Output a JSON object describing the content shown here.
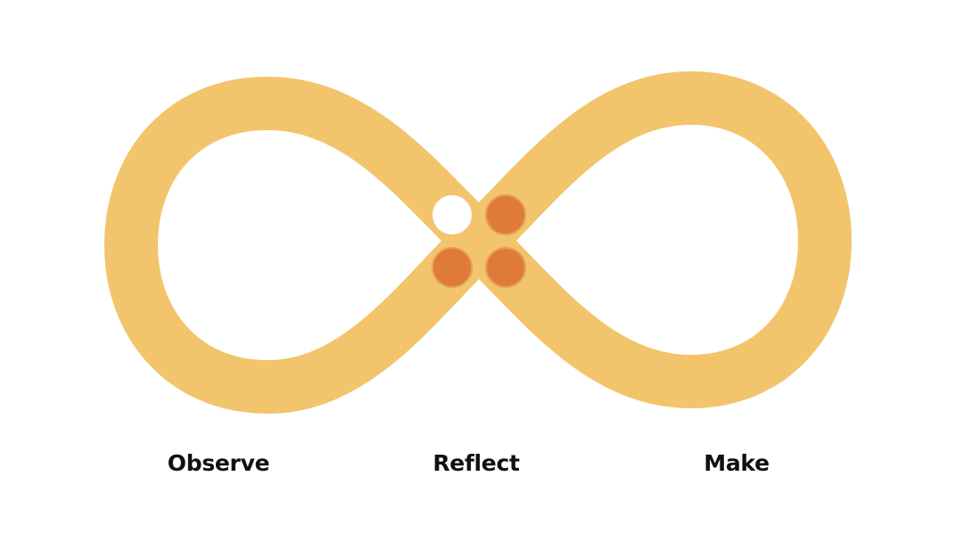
{
  "colors": {
    "loop": "#F2C46B",
    "dot_active": "#E07A3A",
    "dot_inactive": "#FFFFFF",
    "background": "#FFFFFF",
    "label_text": "#111111"
  },
  "labels": {
    "observe": "Observe",
    "reflect": "Reflect",
    "make": "Make"
  },
  "indicator": {
    "dots_total": 4,
    "dots_active": 3
  }
}
